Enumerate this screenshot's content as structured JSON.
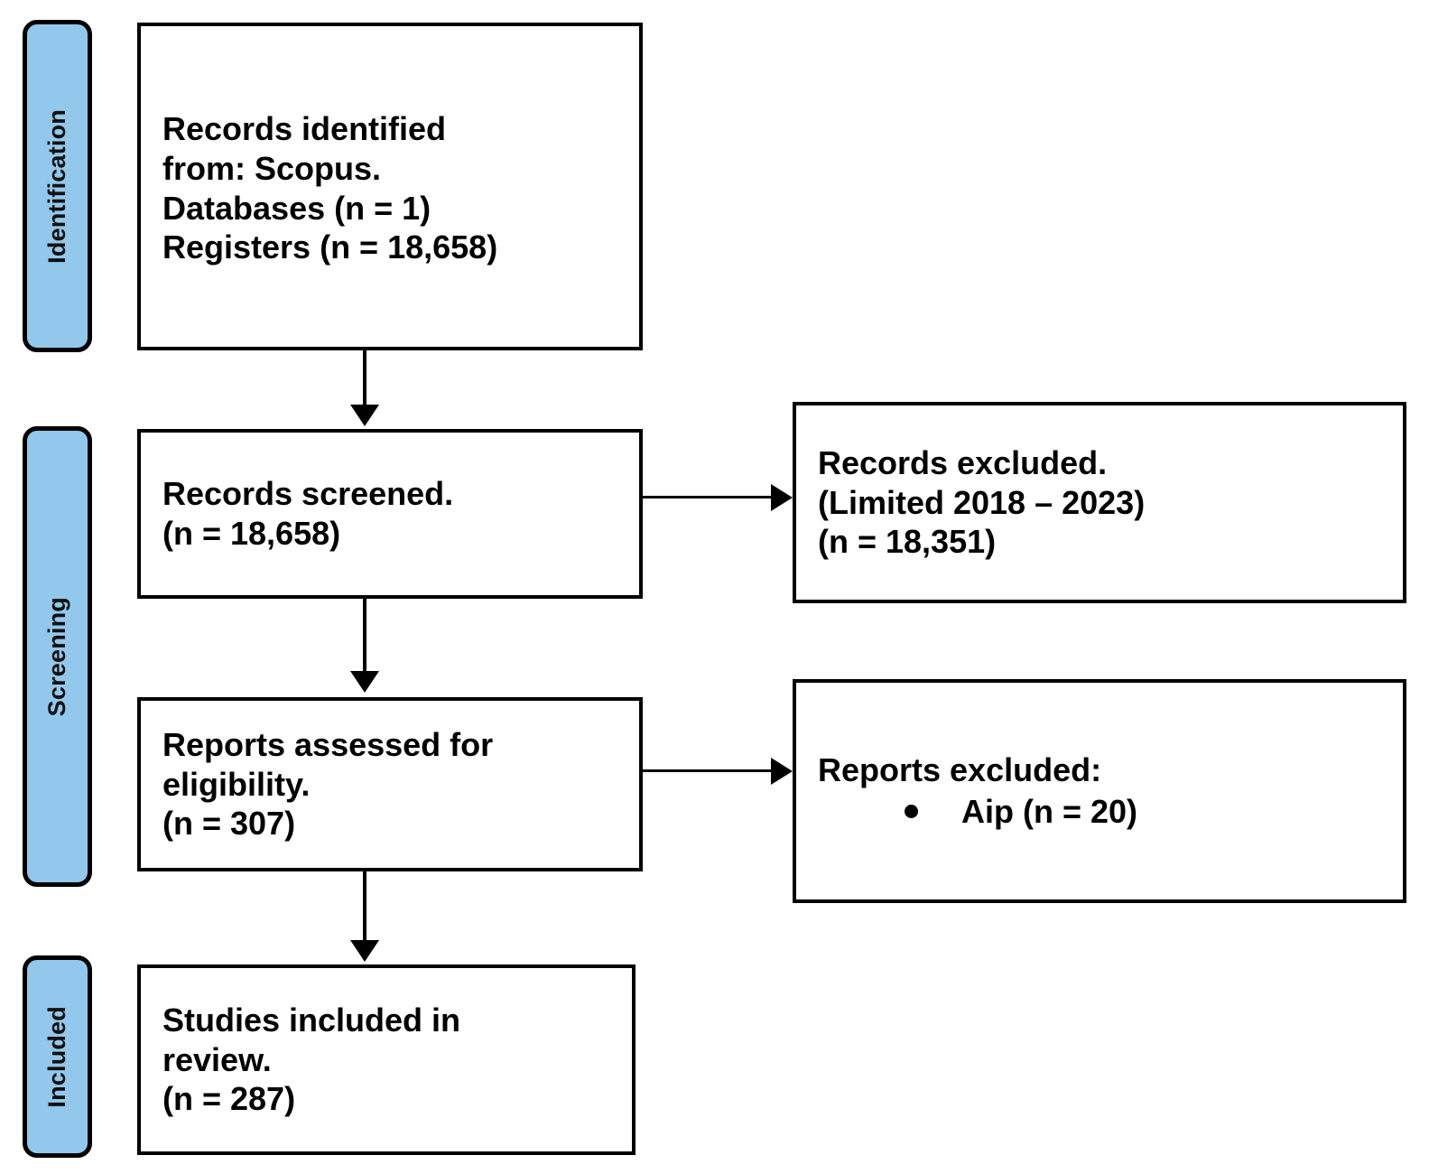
{
  "diagram": {
    "type": "prisma-flow-diagram",
    "accent_color": "#92C8EB",
    "line_color": "#000000",
    "background_color": "#FFFFFF"
  },
  "phases": [
    {
      "key": "identification",
      "label": "Identification"
    },
    {
      "key": "screening",
      "label": "Screening"
    },
    {
      "key": "included",
      "label": "Included"
    }
  ],
  "boxes": {
    "identified": {
      "lines": [
        "Records identified",
        "from: Scopus.",
        "Databases (n = 1)",
        "Registers (n = 18,658)"
      ]
    },
    "screened": {
      "lines": [
        "Records screened.",
        "(n = 18,658)"
      ]
    },
    "records_excluded": {
      "lines": [
        "Records excluded.",
        "(Limited 2018 – 2023)",
        "(n = 18,351)"
      ]
    },
    "eligible": {
      "lines": [
        "Reports assessed for",
        "eligibility.",
        "(n = 307)"
      ]
    },
    "reports_excluded": {
      "heading": "Reports excluded:",
      "bullets": [
        "Aip (n = 20)"
      ]
    },
    "included": {
      "lines": [
        "Studies included in",
        "review.",
        "(n = 287)"
      ]
    }
  }
}
